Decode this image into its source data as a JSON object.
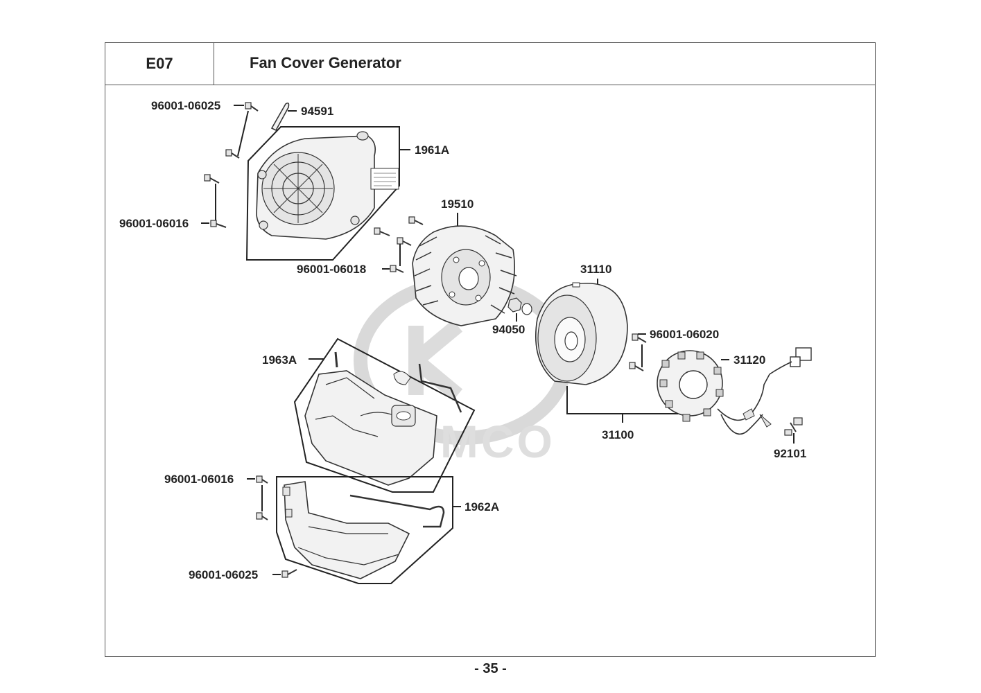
{
  "header": {
    "section_code": "E07",
    "section_title": "Fan Cover  Generator"
  },
  "watermark": {
    "brand": "KYMCO"
  },
  "callouts": {
    "bolt_top": "96001-06025",
    "clip": "94591",
    "fan_cover": "1961A",
    "bolt_left": "96001-06016",
    "fan": "19510",
    "fan_bolts": "96001-06018",
    "flywheel": "31110",
    "nut": "94050",
    "stator_bolts": "96001-06020",
    "stator": "31120",
    "generator_assy": "31100",
    "stator_bolt": "92101",
    "shroud_upper": "1963A",
    "bolt_lower": "96001-06016",
    "shroud_lower": "1962A",
    "bolt_bottom": "96001-06025"
  },
  "footer": {
    "page_number": "- 35 -"
  }
}
